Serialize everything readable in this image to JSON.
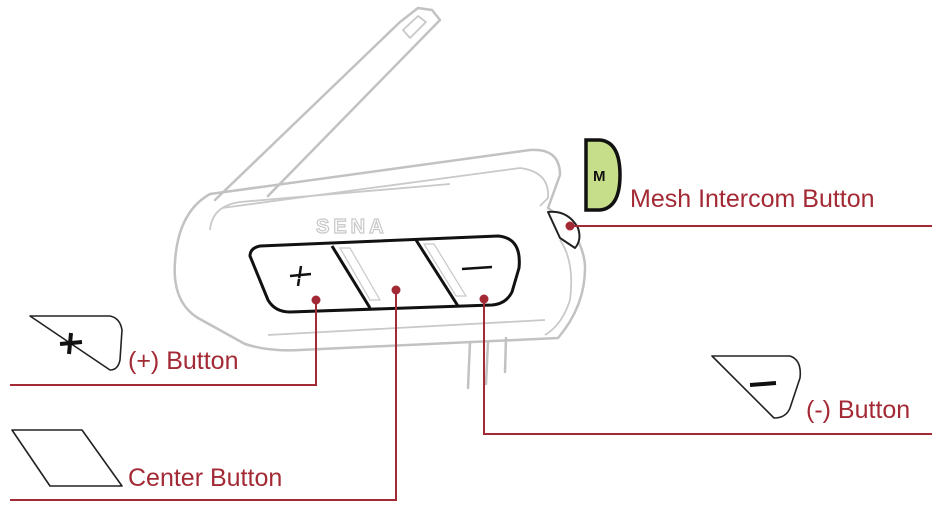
{
  "brand": "SENA",
  "mesh_badge": {
    "letter": "M",
    "color": "#c6dd8a"
  },
  "accent_color": "#a32a35",
  "labels": {
    "mesh_intercom": "Mesh Intercom Button",
    "plus_button": "(+) Button",
    "minus_button": "(-) Button",
    "center_button": "Center Button"
  },
  "icons": {
    "plus": "plus-icon",
    "minus": "minus-icon"
  }
}
